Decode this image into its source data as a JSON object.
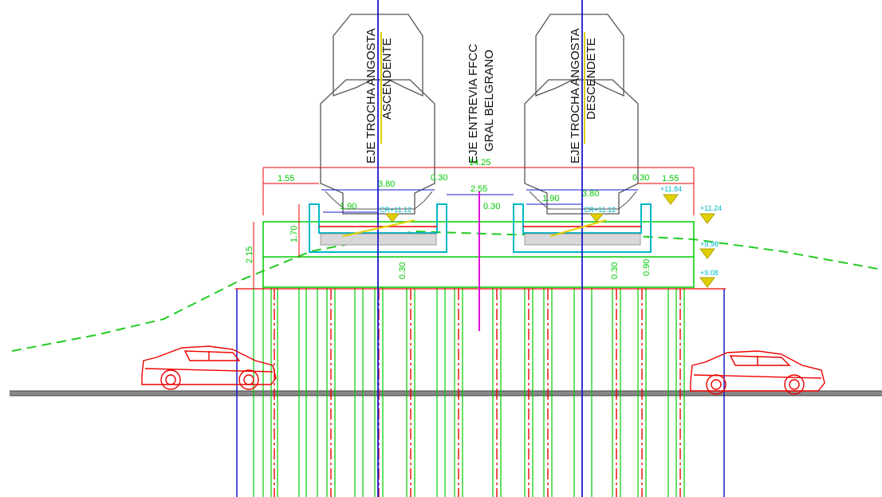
{
  "colors": {
    "background": "#ffffff",
    "axis_blue": "#1a1acc",
    "structure_green": "#00cc00",
    "dim_red": "#ee0000",
    "gauge_cyan": "#00b8c8",
    "level_yellow": "#e0d000",
    "center_magenta": "#e000e0",
    "outline_gray": "#555555",
    "ground_gray": "#777777"
  },
  "labels": {
    "axis_left_line1": "EJE TROCHA ANGOSTA",
    "axis_left_line2": "ASCENDENTE",
    "axis_center_line1": "EJE ENTREVIA FFCC",
    "axis_center_line2": "GRAL BELGRANO",
    "axis_right_line1": "EJE TROCHA ANGOSTA",
    "axis_right_line2": "DESCENDETE"
  },
  "dimensions": {
    "total_width": "14.25",
    "left_offset": "1.55",
    "right_offset": "1.55",
    "left_track_width": "3.80",
    "right_track_width": "3.80",
    "left_wall": "0.30",
    "right_wall": "0.30",
    "entrevia": "2.55",
    "left_half": "1.90",
    "right_half": "1.90",
    "left_curb": "0.30",
    "deck_height": "2.15",
    "slab_height": "1.70",
    "left_bottom": "0.30",
    "right_bottom": "0.30",
    "right_beam": "0.90",
    "left_cr": "CR+11.12",
    "right_cr": "CR+11.12",
    "lvl_top": "+11.84",
    "lvl_rail": "+11.24",
    "lvl_mid": "+9.98",
    "lvl_bottom": "+9.08"
  }
}
